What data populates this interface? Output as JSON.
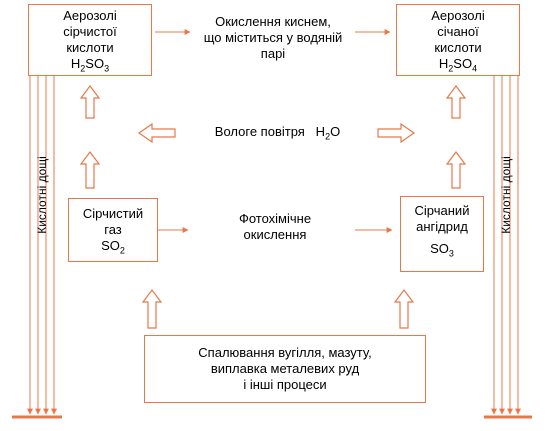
{
  "boxes": {
    "sulfurous_aerosol": {
      "line1": "Аерозолі",
      "line2": "сірчистої",
      "line3": "кислоти",
      "formula_a": "H",
      "formula_sub1": "2",
      "formula_b": "SO",
      "formula_sub2": "3"
    },
    "sulfuric_aerosol": {
      "line1": "Аерозолі",
      "line2": "січаної",
      "line3": "кислоти",
      "formula_a": "H",
      "formula_sub1": "2",
      "formula_b": "SO",
      "formula_sub2": "4"
    },
    "sulfur_gas": {
      "line1": "Сірчистий",
      "line2": "газ",
      "formula_a": "SO",
      "formula_sub": "2"
    },
    "sulfur_anhydride": {
      "line1": "Сірчаний",
      "line2": "ангідрид",
      "formula_a": "SO",
      "formula_sub": "3"
    },
    "combustion": {
      "line1": "Спалювання вугілля, мазуту,",
      "line2": "виплавка металевих руд",
      "line3": "і інші процеси"
    }
  },
  "labels": {
    "oxidation": {
      "line1": "Окислення киснем,",
      "line2": "що міститься у водяній",
      "line3": "парі"
    },
    "humidity": {
      "text": "Вологе повітря",
      "formula_a": "H",
      "formula_sub": "2",
      "formula_b": "O"
    },
    "photochemical": {
      "line1": "Фотохімічне",
      "line2": "окислення"
    },
    "acid_rain_left": "Кислотні дощі",
    "acid_rain_right": "Кислотні дощі"
  },
  "colors": {
    "accent": "#e8784a"
  }
}
